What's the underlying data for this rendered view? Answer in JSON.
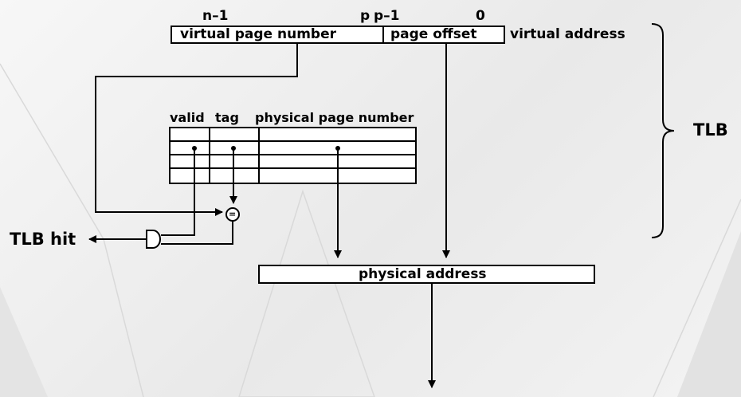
{
  "virtual_address": {
    "bit_labels": {
      "high": "n–1",
      "p": "p",
      "p_minus_1": "p–1",
      "zero": "0"
    },
    "vpn_label": "virtual page number",
    "offset_label": "page offset",
    "caption": "virtual address"
  },
  "tlb": {
    "header": {
      "valid": "valid",
      "tag": "tag",
      "ppn": "physical page number"
    },
    "rows": 4,
    "brace_label": "TLB"
  },
  "comparator": {
    "symbol": "="
  },
  "output": {
    "hit_label": "TLB hit"
  },
  "physical_address": {
    "label": "physical address"
  }
}
